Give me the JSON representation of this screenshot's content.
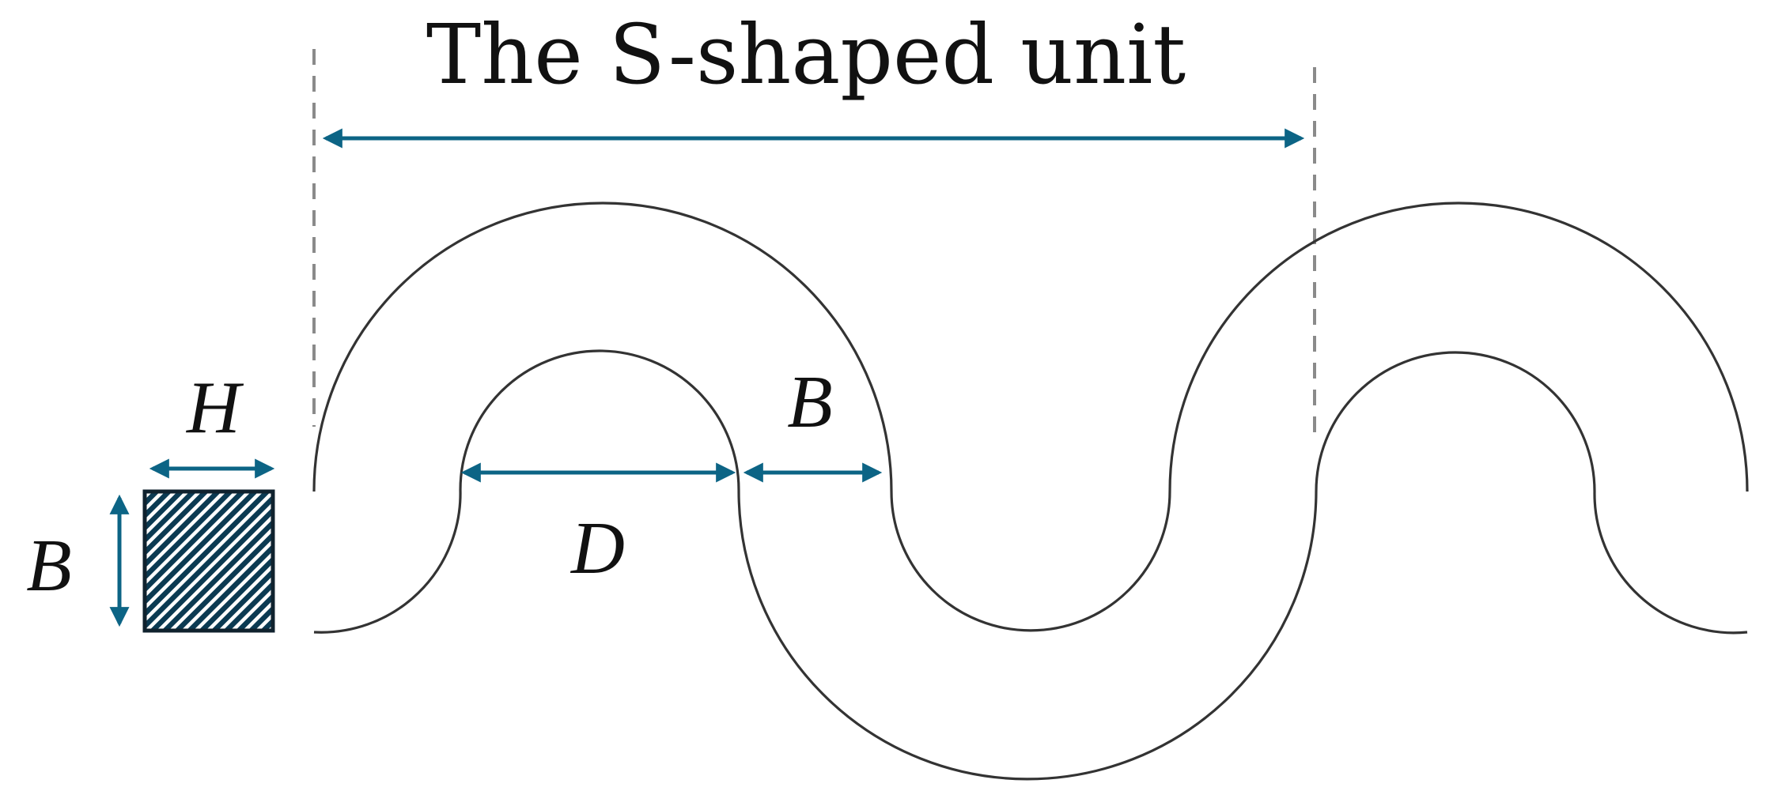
{
  "title": "The S-shaped unit",
  "labels": {
    "width_section": "H",
    "height_section": "B",
    "diameter": "D",
    "channel_width": "B"
  },
  "colors": {
    "dimension_arrow": "#0c6485",
    "channel_line": "#333333",
    "guide_line": "#8a8a8a",
    "section_fill": "#0b3a52"
  }
}
